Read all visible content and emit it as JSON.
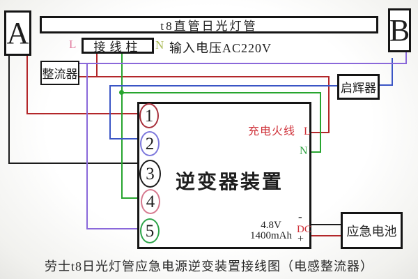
{
  "lamp": {
    "tube_label": "t8直管日光灯管",
    "end_a": "A",
    "end_b": "B"
  },
  "terminal_block": {
    "label": "接线柱",
    "live": "L",
    "neutral": "N"
  },
  "input_voltage": "输入电压AC220V",
  "rectifier": {
    "label": "整流器"
  },
  "starter": {
    "label": "启辉器"
  },
  "inverter": {
    "label": "逆变器装置",
    "terminals": [
      "1",
      "2",
      "3",
      "4",
      "5"
    ],
    "charge_live": "充电火线",
    "charge_live_l": "L",
    "neutral_n": "N",
    "battery_voltage": "4.8V",
    "battery_capacity": "1400mAh",
    "dc_minus": "-",
    "dc_label": "DC",
    "dc_plus": "+"
  },
  "battery": {
    "label": "应急电池"
  },
  "caption": "劳士t8日光灯管应急电源逆变装置接线图（电感整流器）",
  "colors": {
    "wire-black": "#1c1c1c",
    "wire-red": "#b3272a",
    "wire-green": "#27a52f",
    "wire-blue": "#3a55c5",
    "wire-purple": "#8a68da",
    "ring-1": "#a8303c",
    "ring-2": "#7d78dc",
    "ring-3": "#1c1c1c",
    "ring-4": "#d6798f",
    "ring-5": "#2da449",
    "label-pink": "#e27da0",
    "label-yellowgreen": "#aebd5e",
    "text-red": "#cf3038",
    "text-green": "#2fa342"
  }
}
